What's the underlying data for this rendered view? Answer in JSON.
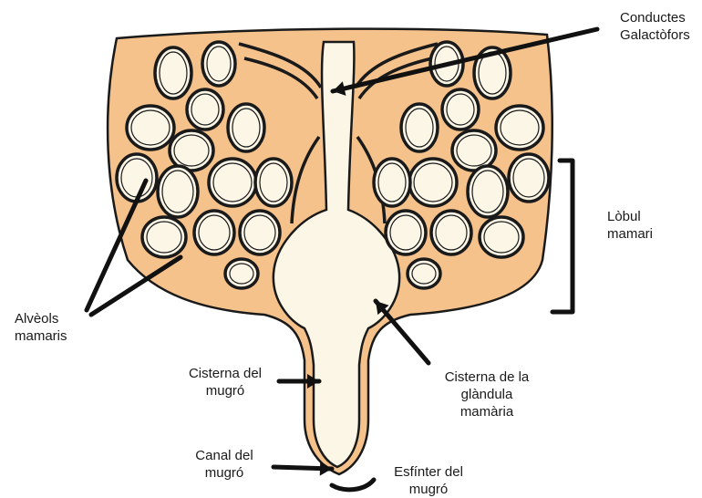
{
  "colors": {
    "udder_fill": "#f5c28c",
    "lumen_fill": "#fbf6e6",
    "outline": "#1a1a1a",
    "arrow": "#111111",
    "background": "#ffffff"
  },
  "labels": {
    "conductes": "Conductes\nGalactòfors",
    "lobul": "Lòbul\nmamari",
    "alveols": "Alvèols\nmamaris",
    "cisterna_mugro": "Cisterna del\nmugró",
    "cisterna_glandula": "Cisterna de la\nglàndula\nmamària",
    "canal_mugro": "Canal del\nmugró",
    "esfinter": "Esfínter del\nmugró"
  }
}
